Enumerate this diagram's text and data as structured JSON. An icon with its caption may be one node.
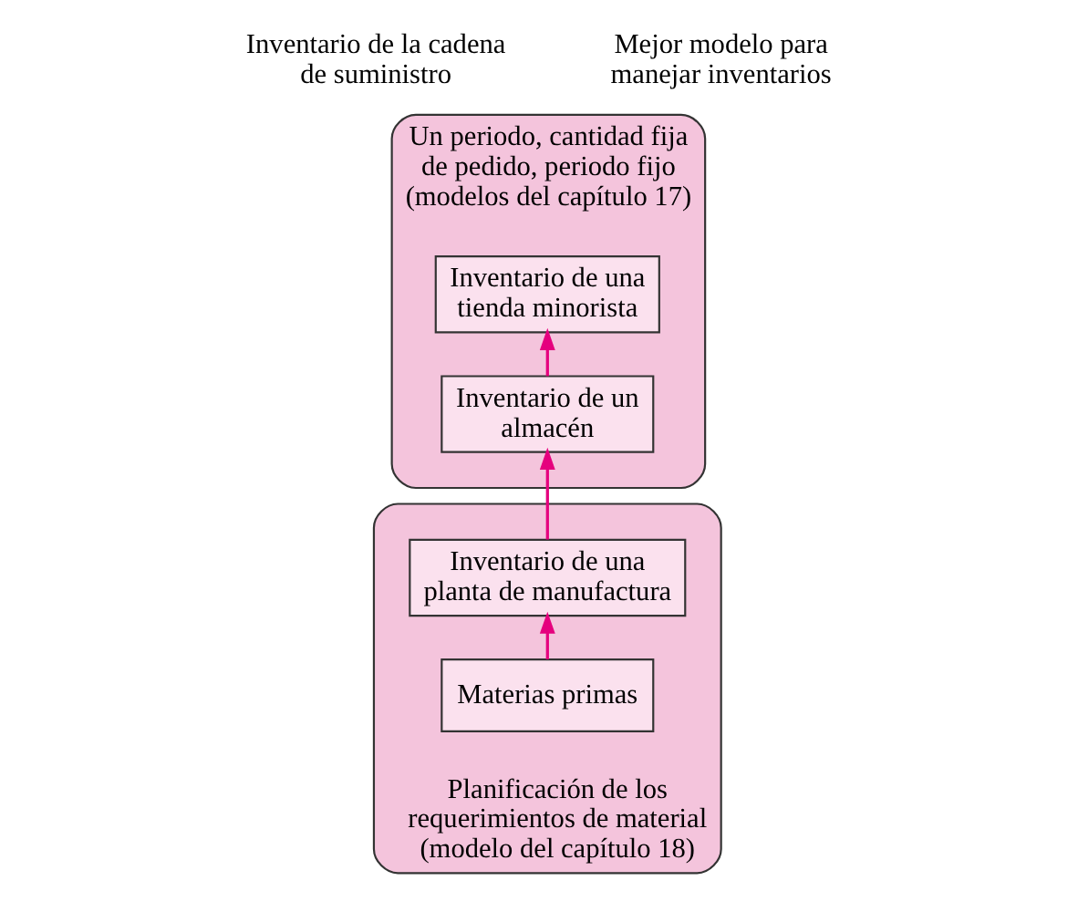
{
  "diagram": {
    "nodes": [
      {
        "text": [
          "Un periodo, cantidad fija de pedido, periodo fijo (modelos del capítulo 17)"
        ]
      },
      {
        "text": [
          "Inventario de una tienda minorista"
        ],
        "in": 0
      },
      {
        "text": [
          "Inventario de un almacén"
        ],
        "in": 0
      },
      {
        "text": [
          "Planificación de los requerimientos de material (modelo del capítulo 18)"
        ]
      },
      {
        "text": [
          "Inventario de una planta de manufactura"
        ],
        "in": 3
      },
      {
        "text": [
          "Materias primas"
        ],
        "in": 3
      }
    ],
    "edges": [
      {
        "from": 5,
        "to": 4,
        "arrow": "to"
      },
      {
        "from": 4,
        "to": 2,
        "arrow": "to"
      },
      {
        "from": 2,
        "to": 1,
        "arrow": "to"
      }
    ],
    "labels": [
      "Inventario de la cadena de suministro",
      "Mejor modelo para manejar inventarios"
    ]
  }
}
